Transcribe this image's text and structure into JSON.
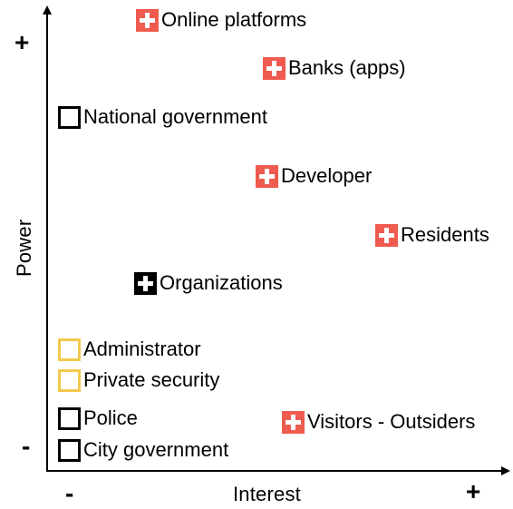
{
  "axes": {
    "x_label": "Interest",
    "y_label": "Power",
    "x_low": "-",
    "x_high": "+",
    "y_low": "-",
    "y_high": "+"
  },
  "stakeholders": [
    {
      "label": "Online platforms",
      "marker": "red-plus"
    },
    {
      "label": "Banks (apps)",
      "marker": "red-plus"
    },
    {
      "label": "National government",
      "marker": "black-outline"
    },
    {
      "label": "Developer",
      "marker": "red-plus"
    },
    {
      "label": "Residents",
      "marker": "red-plus"
    },
    {
      "label": "Organizations",
      "marker": "black-plus"
    },
    {
      "label": "Administrator",
      "marker": "gold-outline"
    },
    {
      "label": "Private security",
      "marker": "gold-outline"
    },
    {
      "label": "Police",
      "marker": "black-outline"
    },
    {
      "label": "Visitors - Outsiders",
      "marker": "red-plus"
    },
    {
      "label": "City government",
      "marker": "black-outline"
    }
  ],
  "colors": {
    "red": "#ef5b4f",
    "gold": "#f2c94c",
    "black": "#000000"
  }
}
